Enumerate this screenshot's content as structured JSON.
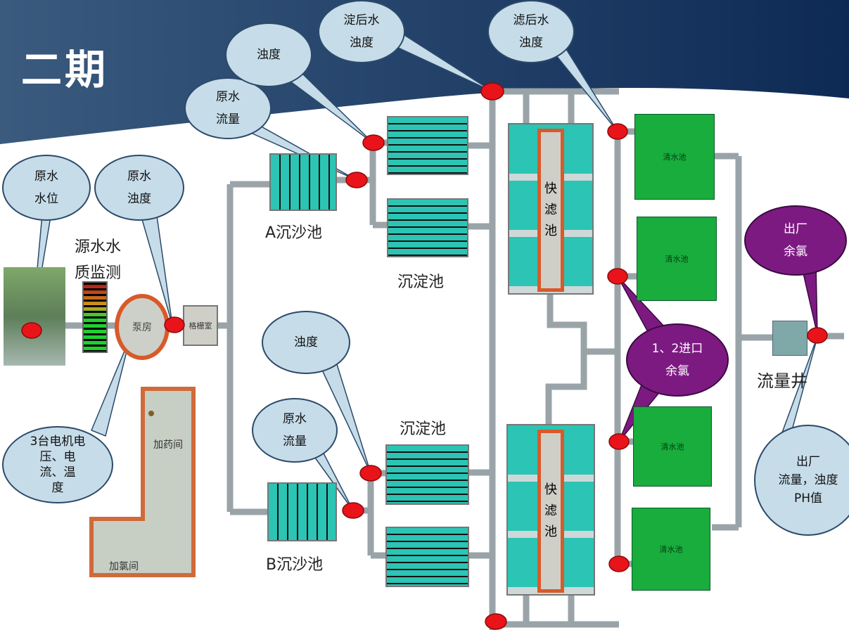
{
  "title": "二期",
  "labels": {
    "source_monitor_1": "源水水",
    "source_monitor_2": "质监测",
    "sand_a": "A沉沙池",
    "sand_b": "B沉沙池",
    "settle_a": "沉淀池",
    "settle_b": "沉淀池",
    "flow_well": "流量井",
    "pump_house": "泵房",
    "grille": "格栅室",
    "fast_filter": [
      "快",
      "滤",
      "池"
    ],
    "clear_tank": "清水池",
    "dosing": "加药间",
    "chlorine": "加氯间"
  },
  "callouts": [
    {
      "id": "raw-level",
      "lines": [
        "原水",
        "水位"
      ]
    },
    {
      "id": "raw-turbidity",
      "lines": [
        "原水",
        "浊度"
      ]
    },
    {
      "id": "raw-flow-a",
      "lines": [
        "原水",
        "流量"
      ]
    },
    {
      "id": "turbidity-a",
      "lines": [
        "浊度"
      ]
    },
    {
      "id": "post-settle-turbidity",
      "lines": [
        "淀后水",
        "浊度"
      ]
    },
    {
      "id": "post-filter-turbidity",
      "lines": [
        "滤后水",
        "浊度"
      ]
    },
    {
      "id": "outlet-chlorine",
      "lines": [
        "出厂",
        "余氯"
      ]
    },
    {
      "id": "inlet-chlorine",
      "lines": [
        "1、2进口",
        "余氯"
      ]
    },
    {
      "id": "outlet-flow",
      "lines": [
        "出厂",
        "流量，浊度",
        "PH值"
      ]
    },
    {
      "id": "motors",
      "lines": [
        "3台电机电",
        "压、电",
        "流、温",
        "度"
      ]
    },
    {
      "id": "turbidity-b",
      "lines": [
        "浊度"
      ]
    },
    {
      "id": "raw-flow-b",
      "lines": [
        "原水",
        "流量"
      ]
    }
  ],
  "colors": {
    "callout": "#c6dce9",
    "purple": "#7d1a82",
    "sensor": "#e8141a",
    "tank": "#2cc4b4",
    "clear": "#18ad3c",
    "pipe": "#9aa4a8"
  }
}
